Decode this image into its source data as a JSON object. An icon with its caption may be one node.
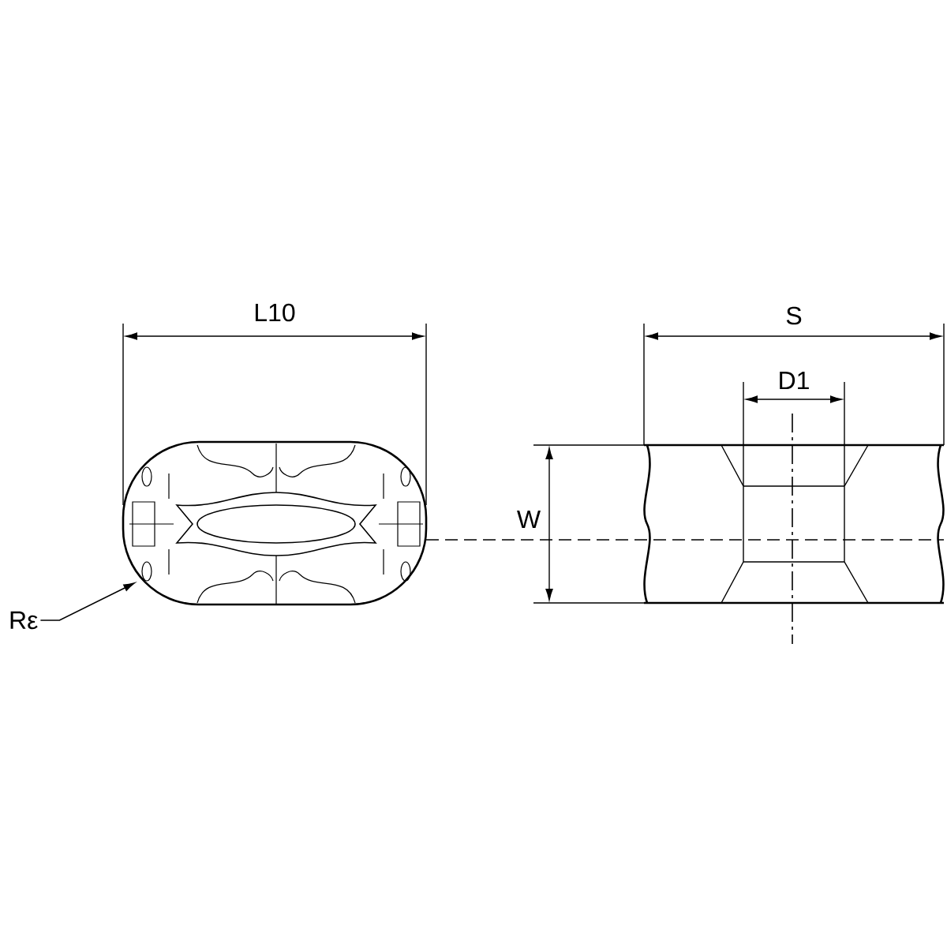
{
  "diagram": {
    "nodes": [
      {
        "text": [
          "Rε"
        ]
      },
      {
        "text": [],
        "shape": "picture"
      }
    ],
    "edges": [
      {
        "from": 0,
        "to": 1,
        "arrow": "to"
      }
    ],
    "labels": [
      "L10",
      "S",
      "D1",
      "W"
    ]
  }
}
